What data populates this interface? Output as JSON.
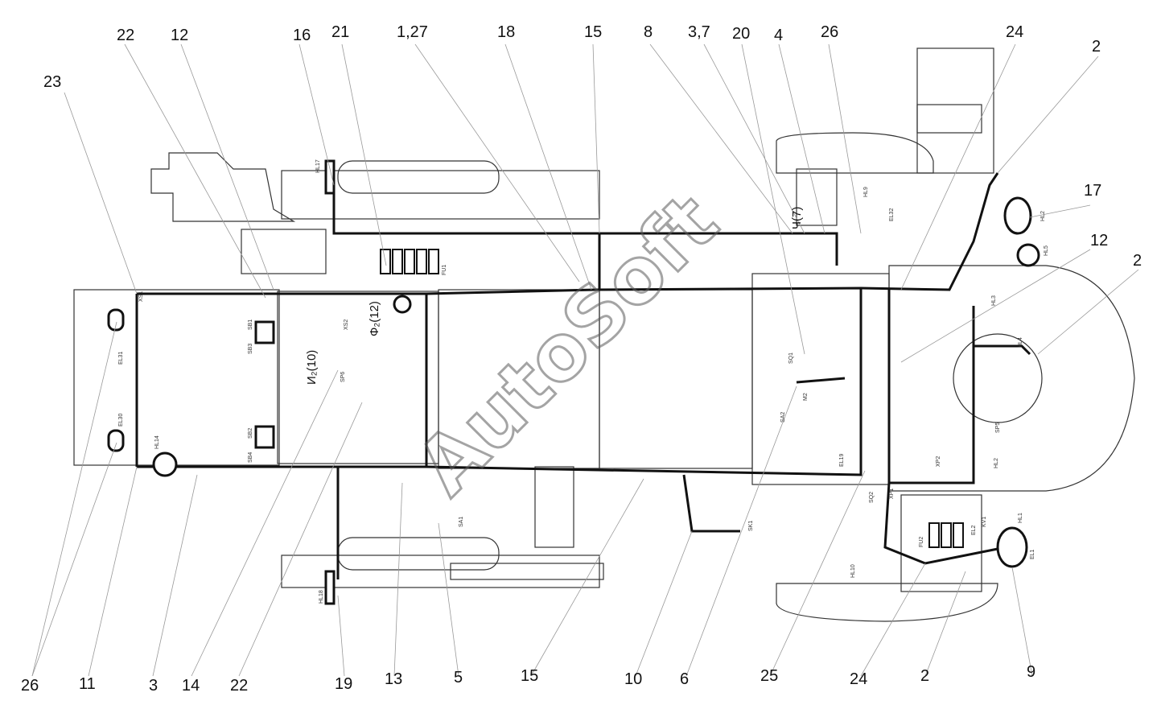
{
  "watermark": "AutoSoft",
  "callouts_top": [
    "22",
    "12",
    "16",
    "21",
    "1,27",
    "18",
    "15",
    "8",
    "3,7",
    "20",
    "4",
    "26",
    "24",
    "2"
  ],
  "callouts_left": [
    "23"
  ],
  "callouts_right": [
    "17",
    "12",
    "2"
  ],
  "callouts_bottom": [
    "26",
    "11",
    "3",
    "14",
    "22",
    "19",
    "13",
    "5",
    "15",
    "10",
    "6",
    "25",
    "24",
    "2",
    "9"
  ],
  "wire_marks": [
    "И₂(10)",
    "Ф₂(12)",
    "Ч(7)"
  ],
  "component_labels": [
    "HL17",
    "HL18",
    "HL14",
    "HL5",
    "HL2",
    "HL1",
    "HL10",
    "HL3",
    "HL4",
    "HL2",
    "EL31",
    "EL30",
    "EL19",
    "EL32",
    "EL1",
    "EL2",
    "FU1",
    "FU2",
    "SB1",
    "SB2",
    "SB3",
    "SB4",
    "SA1",
    "SA2",
    "SP5",
    "SP6",
    "SQ1",
    "SQ2",
    "M2",
    "HL9",
    "XP1",
    "XP2",
    "KV1",
    "SK1",
    "XS1",
    "XS2"
  ]
}
